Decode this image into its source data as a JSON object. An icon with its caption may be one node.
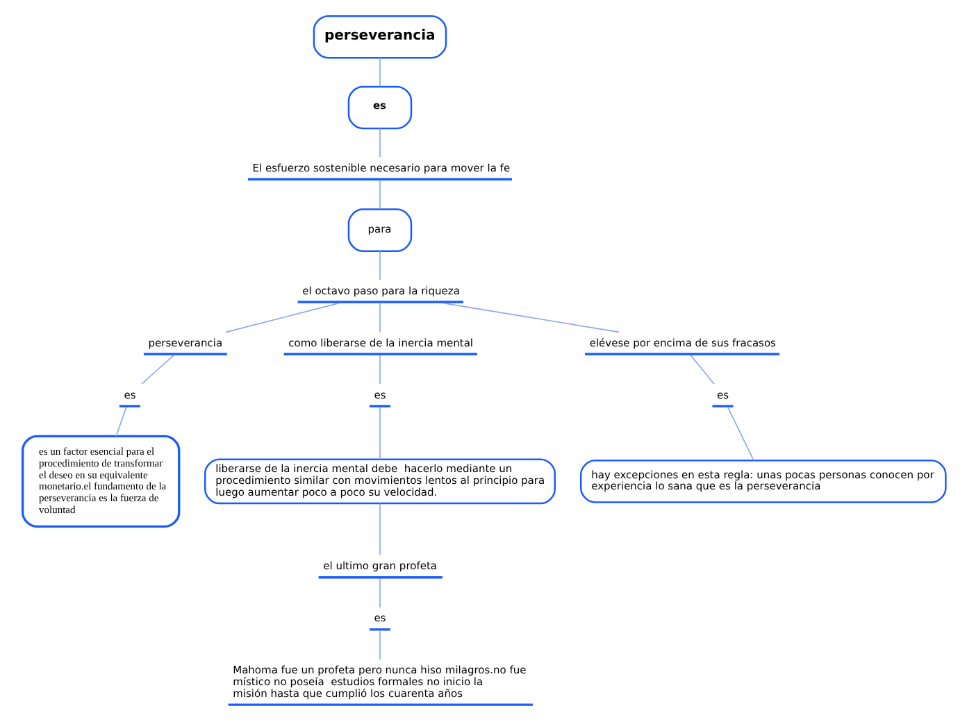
{
  "diagram": {
    "nodes": [
      {
        "text": [
          "perseverancia"
        ]
      },
      {
        "text": [
          "es"
        ]
      },
      {
        "text": [
          "El esfuerzo sostenible necesario para mover la fe"
        ]
      },
      {
        "text": [
          "para"
        ]
      },
      {
        "text": [
          "el octavo paso para la riqueza"
        ]
      },
      {
        "text": [
          "perseverancia"
        ]
      },
      {
        "text": [
          "como liberarse de la inercia mental"
        ]
      },
      {
        "text": [
          "elévese por encima de sus fracasos"
        ]
      },
      {
        "text": [
          "es"
        ]
      },
      {
        "text": [
          "es"
        ]
      },
      {
        "text": [
          "es"
        ]
      },
      {
        "text": [
          "es un factor esencial para el procedimiento de transformar el deseo en su equivalente monetario.el fundamento de la perseverancia es la fuerza de voluntad"
        ]
      },
      {
        "text": [
          "liberarse de la inercia mental debe  hacerlo mediante un procedimiento similar con movimientos lentos al principio para luego aumentar poco a poco su velocidad."
        ]
      },
      {
        "text": [
          "hay excepciones en esta regla: unas pocas personas conocen por experiencia lo sana que es la perseverancia"
        ]
      },
      {
        "text": [
          "el ultimo gran profeta"
        ]
      },
      {
        "text": [
          "es"
        ]
      },
      {
        "text": [
          "Mahoma fue un profeta pero nunca hiso milagros.no fue místico no poseía  estudios formales no inicio la misión hasta que cumplió los cuarenta años"
        ]
      }
    ],
    "edges": [
      {
        "from": 0,
        "to": 1,
        "arrow": "none"
      },
      {
        "from": 1,
        "to": 2,
        "arrow": "none"
      },
      {
        "from": 2,
        "to": 3,
        "arrow": "none"
      },
      {
        "from": 3,
        "to": 4,
        "arrow": "none"
      },
      {
        "from": 4,
        "to": 5,
        "arrow": "none"
      },
      {
        "from": 4,
        "to": 6,
        "arrow": "none"
      },
      {
        "from": 4,
        "to": 7,
        "arrow": "none"
      },
      {
        "from": 5,
        "to": 8,
        "arrow": "none"
      },
      {
        "from": 6,
        "to": 9,
        "arrow": "none"
      },
      {
        "from": 7,
        "to": 10,
        "arrow": "none"
      },
      {
        "from": 8,
        "to": 11,
        "arrow": "none"
      },
      {
        "from": 9,
        "to": 12,
        "arrow": "none"
      },
      {
        "from": 10,
        "to": 13,
        "arrow": "none"
      },
      {
        "from": 12,
        "to": 14,
        "arrow": "none"
      },
      {
        "from": 14,
        "to": 15,
        "arrow": "none"
      },
      {
        "from": 15,
        "to": 16,
        "arrow": "none"
      }
    ]
  }
}
